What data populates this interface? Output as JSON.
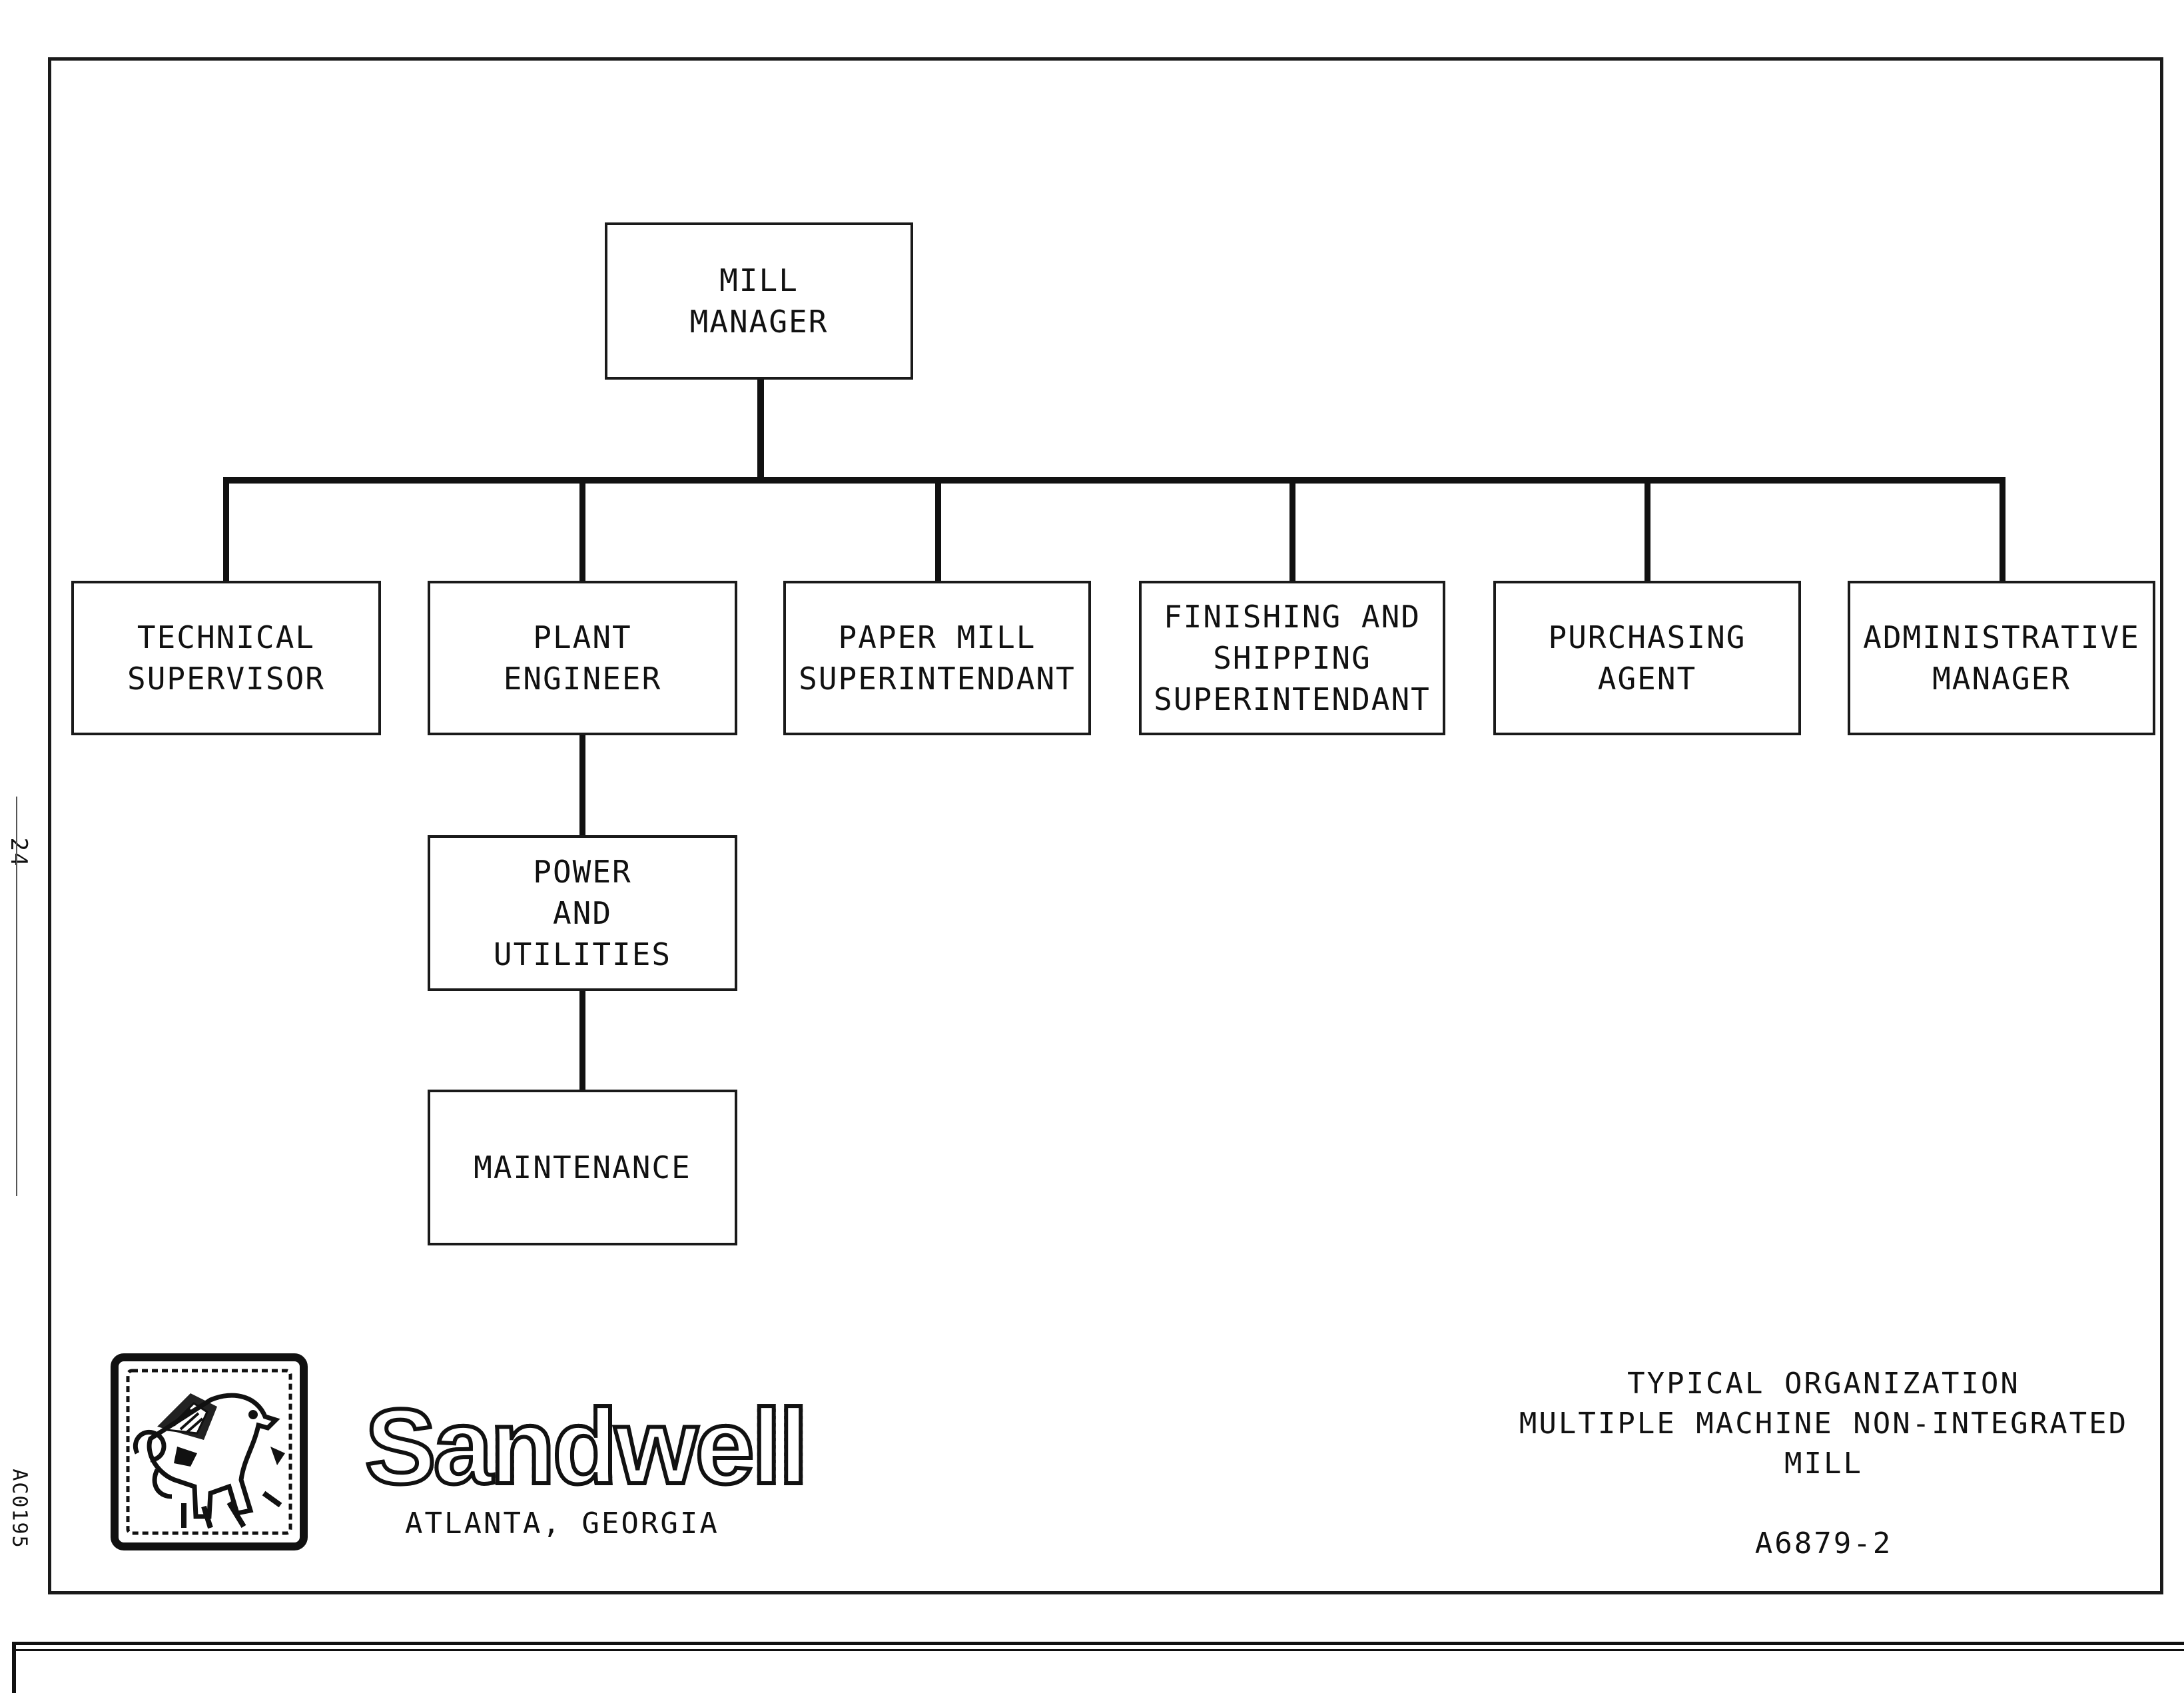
{
  "org_chart": {
    "top": {
      "lines": [
        "MILL",
        "MANAGER"
      ]
    },
    "departments": [
      {
        "lines": [
          "TECHNICAL",
          "SUPERVISOR"
        ]
      },
      {
        "lines": [
          "PLANT",
          "ENGINEER"
        ]
      },
      {
        "lines": [
          "PAPER MILL",
          "SUPERINTENDANT"
        ]
      },
      {
        "lines": [
          "FINISHING AND",
          "SHIPPING",
          "SUPERINTENDANT"
        ]
      },
      {
        "lines": [
          "PURCHASING",
          "AGENT"
        ]
      },
      {
        "lines": [
          "ADMINISTRATIVE",
          "MANAGER"
        ]
      }
    ],
    "sub_units": [
      {
        "lines": [
          "POWER",
          "AND",
          "UTILITIES"
        ]
      },
      {
        "lines": [
          "MAINTENANCE"
        ]
      }
    ]
  },
  "title_block": {
    "title_lines": [
      "TYPICAL ORGANIZATION",
      "MULTIPLE MACHINE NON-INTEGRATED",
      "MILL"
    ],
    "drawing_number": "A6879-2"
  },
  "company": {
    "name": "Sandwell",
    "location": "ATLANTA, GEORGIA"
  },
  "margin": {
    "page_number": "24",
    "document_code": "AC0195"
  },
  "icons": {
    "logo": "griffin-emblem-icon"
  }
}
